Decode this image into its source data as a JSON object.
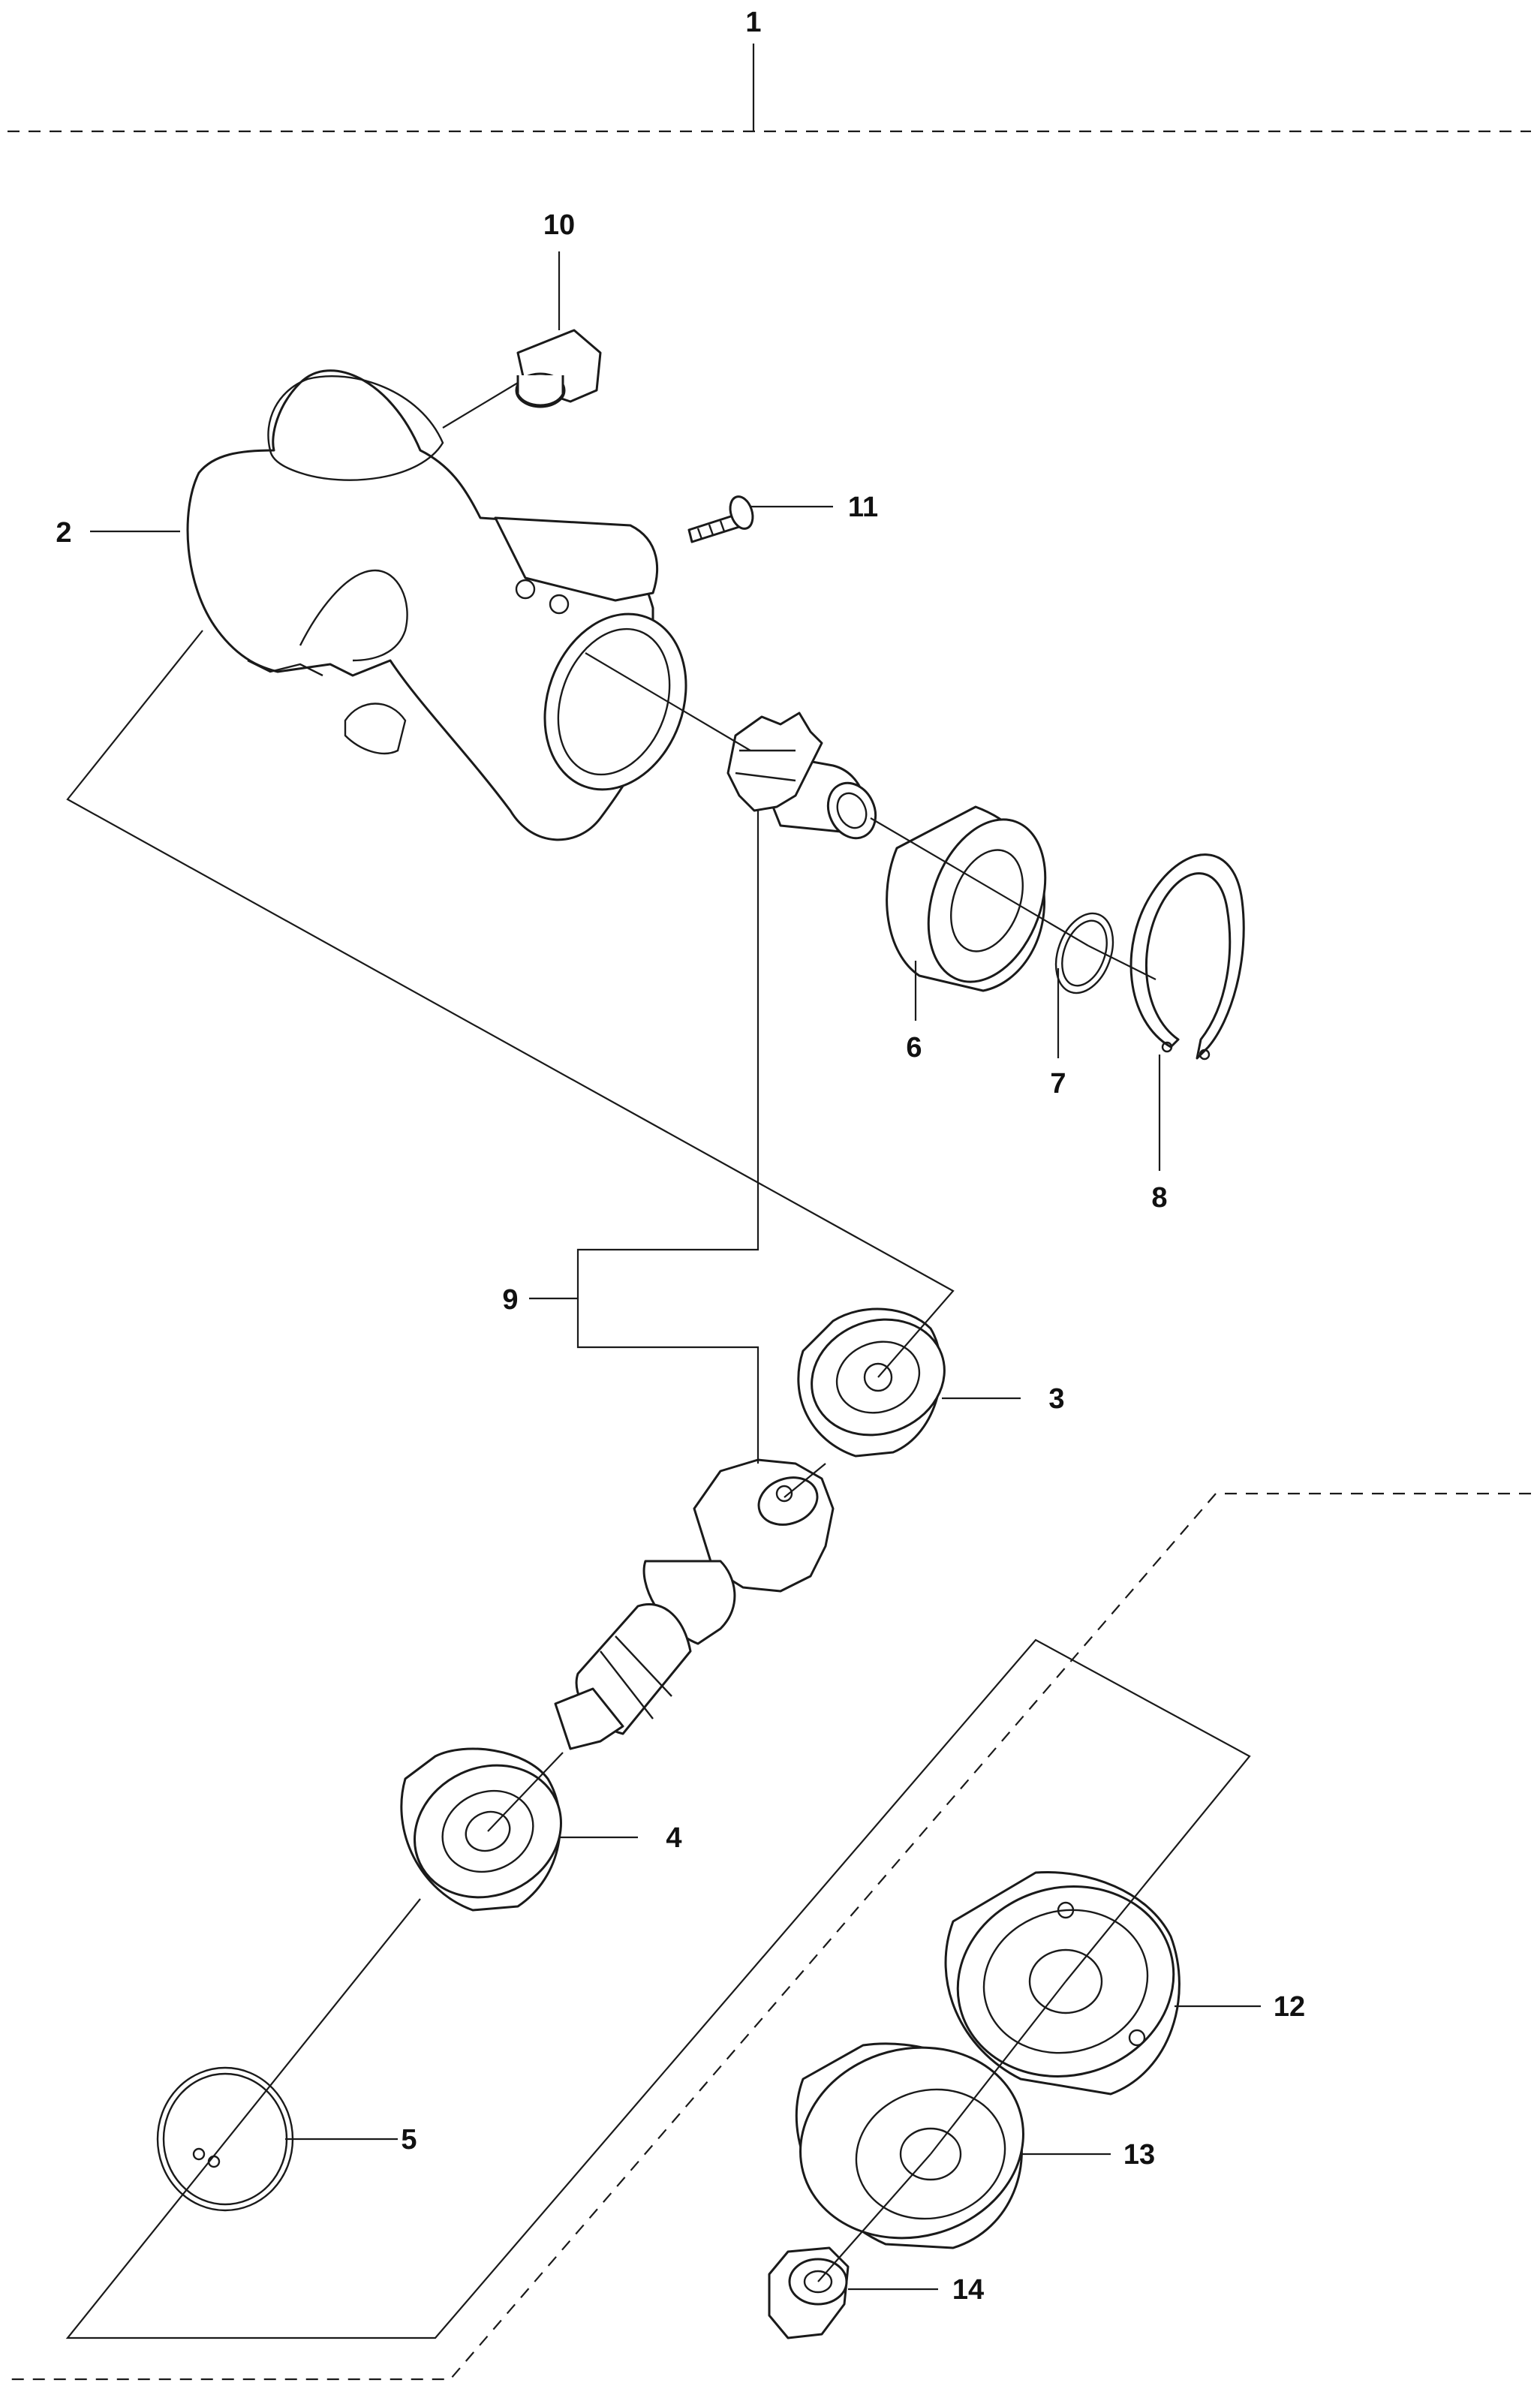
{
  "diagram": {
    "type": "exploded-parts-diagram",
    "callouts": [
      {
        "id": "1",
        "label": "1"
      },
      {
        "id": "2",
        "label": "2"
      },
      {
        "id": "3",
        "label": "3"
      },
      {
        "id": "4",
        "label": "4"
      },
      {
        "id": "5",
        "label": "5"
      },
      {
        "id": "6",
        "label": "6"
      },
      {
        "id": "7",
        "label": "7"
      },
      {
        "id": "8",
        "label": "8"
      },
      {
        "id": "9",
        "label": "9"
      },
      {
        "id": "10",
        "label": "10"
      },
      {
        "id": "11",
        "label": "11"
      },
      {
        "id": "12",
        "label": "12"
      },
      {
        "id": "13",
        "label": "13"
      },
      {
        "id": "14",
        "label": "14"
      }
    ]
  }
}
